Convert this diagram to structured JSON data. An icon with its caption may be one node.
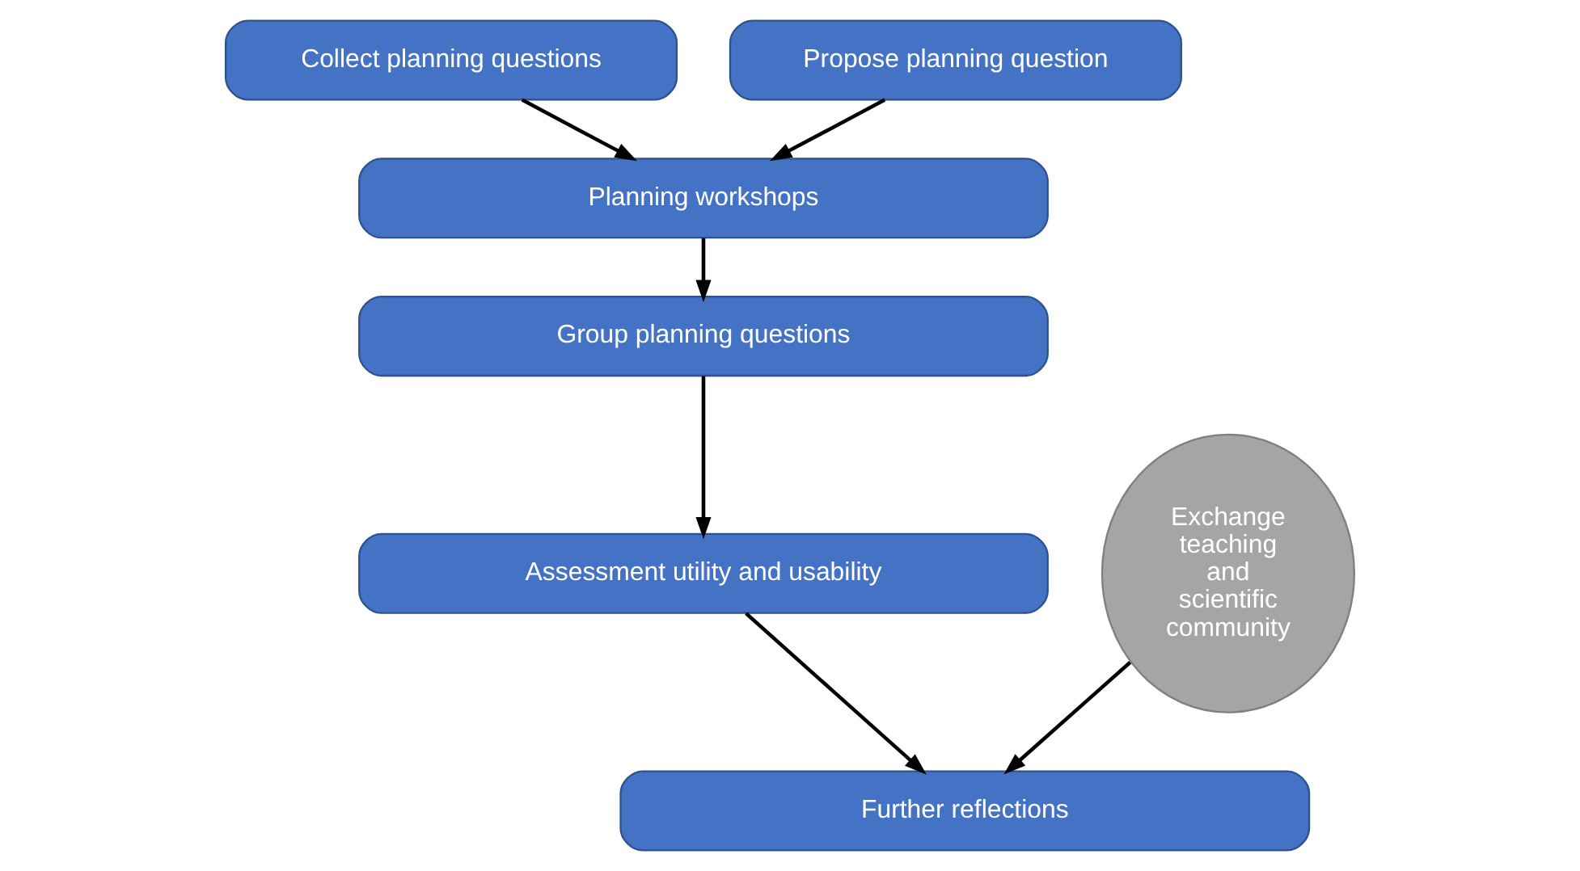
{
  "diagram": {
    "nodes": [
      {
        "text": [
          "Collect planning questions"
        ]
      },
      {
        "text": [
          "Propose planning question"
        ]
      },
      {
        "text": [
          "Planning workshops"
        ]
      },
      {
        "text": [
          "Group planning questions"
        ]
      },
      {
        "text": [
          "Assessment utility and usability"
        ]
      },
      {
        "text": [
          "Further reflections"
        ]
      },
      {
        "text": [
          "Exchange teaching and scientific community"
        ]
      }
    ],
    "edges": [
      {
        "from": 0,
        "to": 2,
        "arrow": "to"
      },
      {
        "from": 1,
        "to": 2,
        "arrow": "to"
      },
      {
        "from": 2,
        "to": 3,
        "arrow": "to"
      },
      {
        "from": 3,
        "to": 4,
        "arrow": "to"
      },
      {
        "from": 4,
        "to": 5,
        "arrow": "to"
      },
      {
        "from": 6,
        "to": 5,
        "arrow": "to"
      }
    ]
  }
}
